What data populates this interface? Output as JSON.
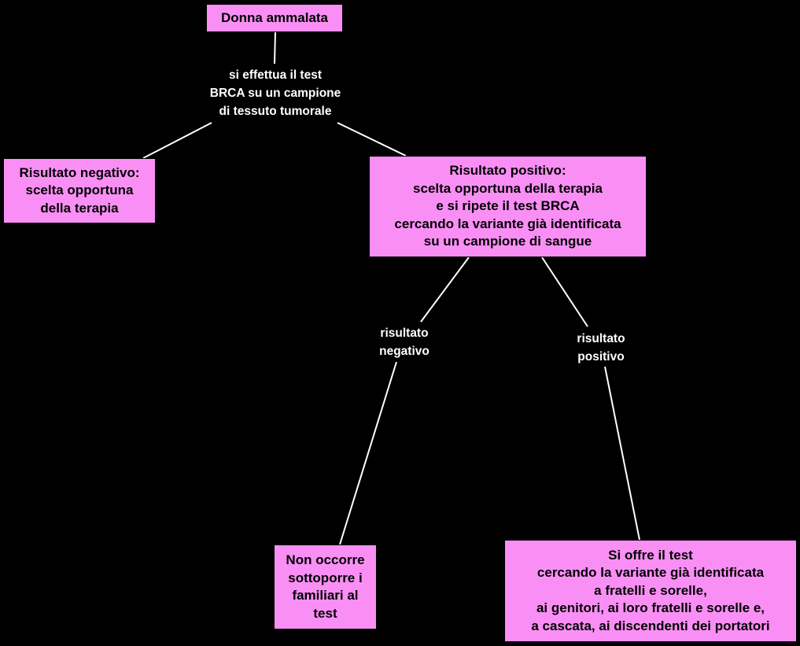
{
  "colors": {
    "background": "#000000",
    "node_fill": "#f98ff5",
    "node_text": "#000000",
    "edge_label_text": "#ffffff",
    "connector": "#ffffff"
  },
  "nodes": {
    "root": {
      "lines": [
        "Donna ammalata"
      ]
    },
    "tumor_negative": {
      "lines": [
        "Risultato negativo:",
        "scelta opportuna",
        "della terapia"
      ]
    },
    "tumor_positive": {
      "lines": [
        "Risultato positivo:",
        "scelta opportuna della terapia",
        "e si ripete il test BRCA",
        "cercando la variante già identificata",
        "su un campione di sangue"
      ]
    },
    "no_family_test": {
      "lines": [
        "Non occorre",
        "sottoporre i",
        "familiari al",
        "test"
      ]
    },
    "offer_test": {
      "lines": [
        "Si offre il test",
        "cercando la variante già identificata",
        "a fratelli e sorelle,",
        "ai genitori, ai loro fratelli e sorelle e,",
        "a cascata, ai discendenti dei portatori"
      ]
    }
  },
  "edge_labels": {
    "root_test": {
      "lines": [
        "si effettua il test",
        "BRCA su un campione",
        "di tessuto tumorale"
      ]
    },
    "blood_negative": {
      "lines": [
        "risultato",
        "negativo"
      ]
    },
    "blood_positive": {
      "lines": [
        "risultato",
        "positivo"
      ]
    }
  }
}
